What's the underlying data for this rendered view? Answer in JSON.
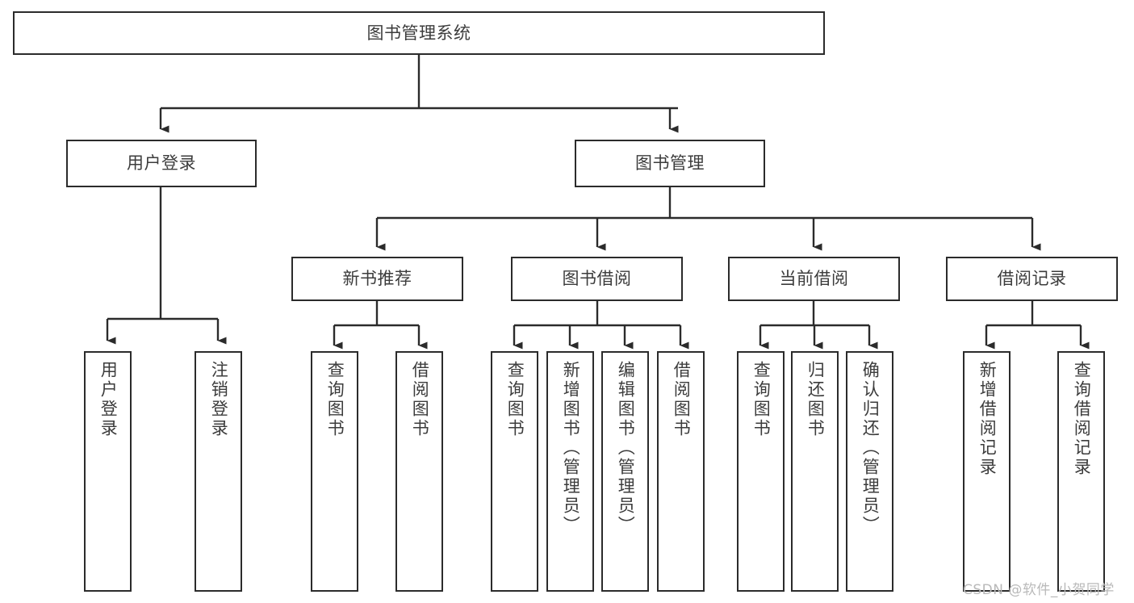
{
  "diagram": {
    "type": "tree-hierarchy",
    "title": "图书管理系统",
    "watermark": "CSDN @软件_小贺同学",
    "colors": {
      "background": "#ffffff",
      "stroke": "#2b2b2b",
      "text": "#3c3c3c",
      "watermark": "#b9b9b9"
    },
    "root": {
      "id": "root",
      "label": "图书管理系统"
    },
    "level1": [
      {
        "id": "user-login",
        "label": "用户登录"
      },
      {
        "id": "book-manage",
        "label": "图书管理"
      }
    ],
    "level2": [
      {
        "id": "new-book-recommend",
        "label": "新书推荐",
        "parent": "book-manage"
      },
      {
        "id": "book-borrow",
        "label": "图书借阅",
        "parent": "book-manage"
      },
      {
        "id": "current-borrow",
        "label": "当前借阅",
        "parent": "book-manage"
      },
      {
        "id": "borrow-record",
        "label": "借阅记录",
        "parent": "book-manage"
      }
    ],
    "leaves": [
      {
        "id": "leaf-user-login",
        "label": "用户登录",
        "parent": "user-login"
      },
      {
        "id": "leaf-logout-login",
        "label": "注销登录",
        "parent": "user-login"
      },
      {
        "id": "leaf-query-book-1",
        "label": "查询图书",
        "parent": "new-book-recommend"
      },
      {
        "id": "leaf-borrow-book-1",
        "label": "借阅图书",
        "parent": "new-book-recommend"
      },
      {
        "id": "leaf-query-book-2",
        "label": "查询图书",
        "parent": "book-borrow"
      },
      {
        "id": "leaf-add-book",
        "label": "新增图书（管理员）",
        "parent": "book-borrow"
      },
      {
        "id": "leaf-edit-book",
        "label": "编辑图书（管理员）",
        "parent": "book-borrow"
      },
      {
        "id": "leaf-borrow-book-2",
        "label": "借阅图书",
        "parent": "book-borrow"
      },
      {
        "id": "leaf-query-book-3",
        "label": "查询图书",
        "parent": "current-borrow"
      },
      {
        "id": "leaf-return-book",
        "label": "归还图书",
        "parent": "current-borrow"
      },
      {
        "id": "leaf-confirm-return",
        "label": "确认归还（管理员）",
        "parent": "current-borrow"
      },
      {
        "id": "leaf-add-record",
        "label": "新增借阅记录",
        "parent": "borrow-record"
      },
      {
        "id": "leaf-query-record",
        "label": "查询借阅记录",
        "parent": "borrow-record"
      }
    ]
  }
}
